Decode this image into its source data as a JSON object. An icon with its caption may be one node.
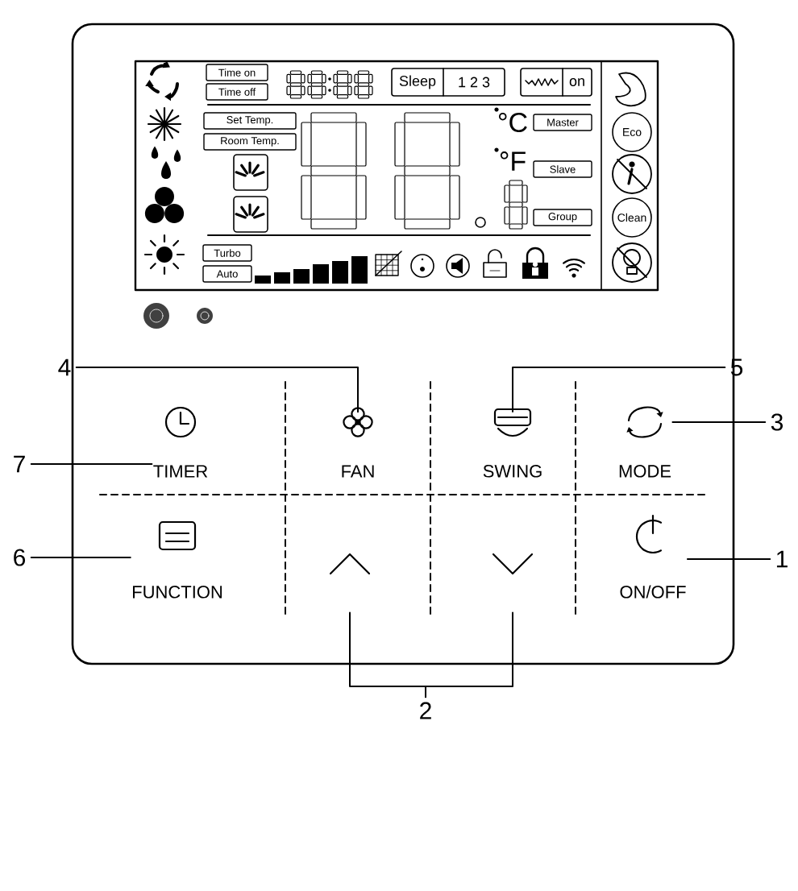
{
  "diagram": {
    "nodes": [
      {
        "text": [
          "Time on"
        ]
      },
      {
        "text": [
          "Time off"
        ]
      },
      {
        "text": [
          "Sleep",
          "1 2 3"
        ]
      },
      {
        "text": [
          "on"
        ]
      },
      {
        "text": [
          "Set Temp."
        ]
      },
      {
        "text": [
          "Room Temp."
        ]
      },
      {
        "text": [
          "Master"
        ]
      },
      {
        "text": [
          "Eco"
        ]
      },
      {
        "text": [
          "Slave"
        ]
      },
      {
        "text": [
          "Clean"
        ]
      },
      {
        "text": [
          "Group"
        ]
      },
      {
        "text": [
          "Turbo"
        ]
      },
      {
        "text": [
          "Auto"
        ]
      },
      {
        "text": [
          "TIMER"
        ]
      },
      {
        "text": [
          "FAN"
        ]
      },
      {
        "text": [
          "SWING"
        ]
      },
      {
        "text": [
          "MODE"
        ]
      },
      {
        "text": [
          "FUNCTION"
        ]
      },
      {
        "text": [],
        "shape": "chevron"
      },
      {
        "text": [],
        "shape": "chevron"
      },
      {
        "text": [
          "ON/OFF"
        ]
      },
      {
        "text": [
          "4"
        ]
      },
      {
        "text": [
          "5"
        ]
      },
      {
        "text": [
          "3"
        ]
      },
      {
        "text": [
          "7"
        ]
      },
      {
        "text": [
          "6"
        ]
      },
      {
        "text": [
          "1"
        ]
      },
      {
        "text": [
          "2"
        ]
      }
    ],
    "edges": [
      {
        "from": 21,
        "to": 14,
        "arrow": "none"
      },
      {
        "from": 22,
        "to": 15,
        "arrow": "none"
      },
      {
        "from": 23,
        "to": 16,
        "arrow": "none"
      },
      {
        "from": 24,
        "to": 13,
        "arrow": "none"
      },
      {
        "from": 25,
        "to": 17,
        "arrow": "none"
      },
      {
        "from": 26,
        "to": 20,
        "arrow": "none"
      },
      {
        "from": 27,
        "to": 18,
        "arrow": "none"
      },
      {
        "from": 27,
        "to": 19,
        "arrow": "none"
      }
    ],
    "labels": [
      "°C",
      "°F"
    ]
  }
}
